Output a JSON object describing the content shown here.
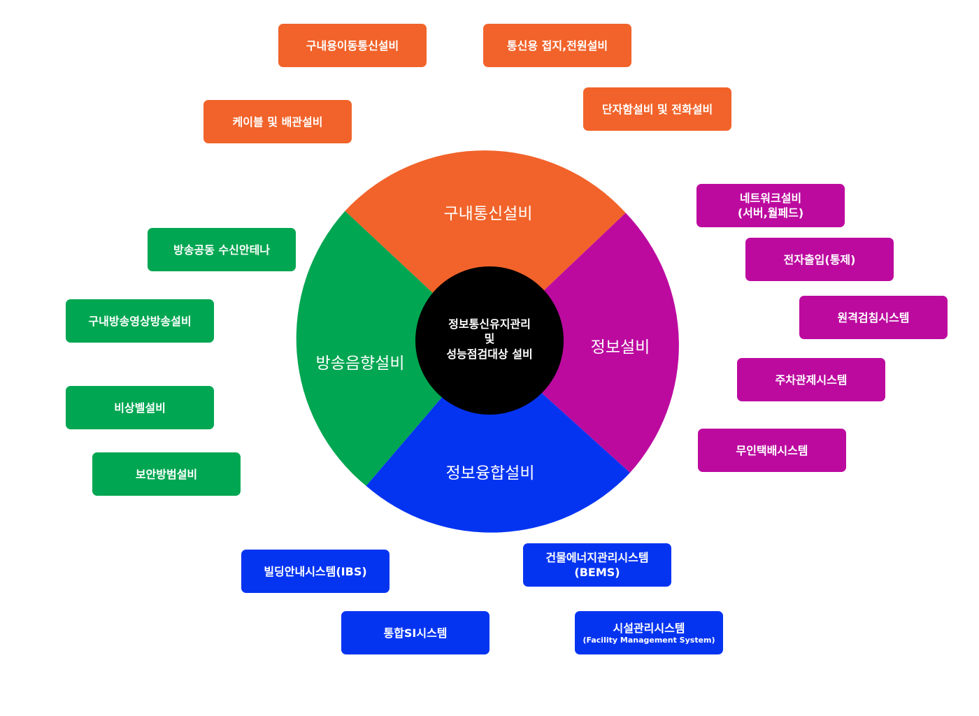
{
  "colors": {
    "orange": "#f1632a",
    "magenta": "#bc0a9f",
    "green": "#00a651",
    "blue": "#0534f1",
    "center": "#000000"
  },
  "center": {
    "line1": "정보통신유지관리",
    "line2": "및",
    "line3": "성능점검대상 설비"
  },
  "segments": {
    "top": "구내통신설비",
    "right": "정보설비",
    "bottom": "정보융합설비",
    "left": "방송음향설비"
  },
  "orange_tags": [
    "구내용이동통신설비",
    "통신용 접지,전원설비",
    "케이블 및 배관설비",
    "단자함설비 및 전화설비"
  ],
  "magenta_tags": [
    {
      "line1": "네트워크설비",
      "line2": "(서버,월페드)"
    },
    "전자출입(통제)",
    "원격검침시스템",
    "주차관제시스템",
    "무인택배시스템"
  ],
  "green_tags": [
    "방송공동 수신안테나",
    "구내방송영상방송설비",
    "비상벨설비",
    "보안방범설비"
  ],
  "blue_tags": [
    "빌딩안내시스템(IBS)",
    {
      "line1": "건물에너지관리시스템",
      "line2": "(BEMS)"
    },
    "통합SI시스템",
    {
      "line1": "시설관리시스템",
      "sub": "(Facility Management System)"
    }
  ]
}
